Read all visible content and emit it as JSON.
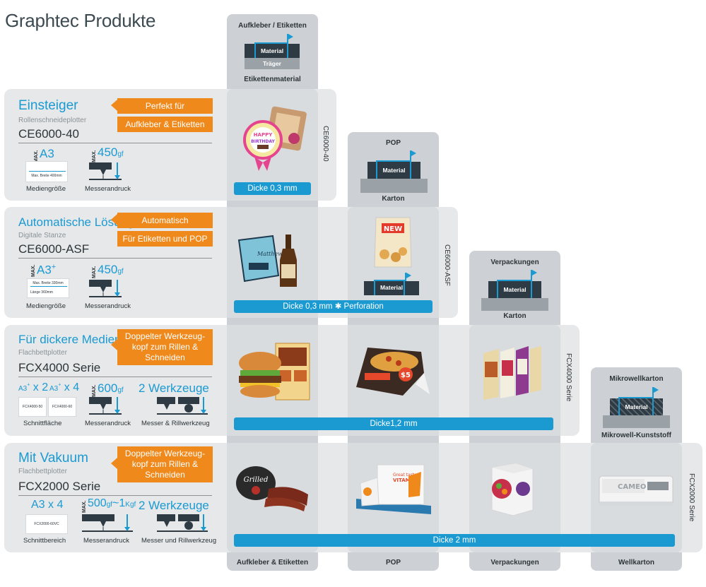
{
  "title": "Graphtec Produkte",
  "columns": {
    "labels": {
      "material_word": "Material",
      "traeger": "Träger",
      "karton": "Karton",
      "mikrowell_kunststoff": "Mikrowell-Kunststoff"
    },
    "col1": {
      "head": "Aufkleber / Etiketten",
      "head2": "Etikettenmaterial",
      "foot": "Aufkleber & Etiketten"
    },
    "col2": {
      "head": "POP",
      "foot": "POP"
    },
    "col3": {
      "head": "Verpackungen",
      "foot": "Verpackungen"
    },
    "col4": {
      "head": "Mikrowellkarton",
      "foot": "Wellkarton"
    }
  },
  "rows": [
    {
      "category": "Einsteiger",
      "subtitle": "Rollenschneideplotter",
      "model": "CE6000-40",
      "tag_lines": [
        "Perfekt für",
        "Aufkleber & Etiketten"
      ],
      "size": "A3",
      "size_max": "MAX.",
      "sheet_text": "Max. Breite 400mm",
      "force": "450",
      "force_unit": "gf",
      "force_max": "MAX.",
      "cap_size": "Mediengröße",
      "cap_force": "Messerandruck",
      "thickness": "Dicke 0,3 mm",
      "side": "CE6000-40"
    },
    {
      "category": "Automatische Lösung",
      "subtitle": "Digitale Stanze",
      "model": "CE6000-ASF",
      "tag_lines": [
        "Automatisch",
        "Für Etiketten und POP"
      ],
      "size": "A3",
      "size_plus": "+",
      "size_max": "MAX.",
      "sheet_text_1": "Max. Breite 330mm",
      "sheet_text_2": "Länge 360mm",
      "force": "450",
      "force_unit": "gf",
      "force_max": "MAX.",
      "cap_size": "Mediengröße",
      "cap_force": "Messerandruck",
      "thickness": "Dicke 0,3 mm ✱ Perforation",
      "side": "CE6000-ASF"
    },
    {
      "category": "Für dickere Medien",
      "subtitle": "Flachbettplotter",
      "model": "FCX4000 Serie",
      "tag_text": "Doppelter Werkzeug-kopf zum Rillen & Schneiden",
      "size_a": "A3",
      "size_a_sup": "+",
      "size_a_mult": "x 2",
      "size_b": "A3",
      "size_b_sup": "+",
      "size_b_mult": "x 4",
      "sheet_a": "FCX4000-50",
      "sheet_b": "FCX4000-60",
      "force": "600",
      "force_unit": "gf",
      "force_max": "MAX.",
      "tools": "2 Werkzeuge",
      "cap_size": "Schnittfläche",
      "cap_force": "Messerandruck",
      "cap_tools": "Messer & Rillwerkzeug",
      "thickness": "Dicke1,2 mm",
      "side": "FCX4000 Serie"
    },
    {
      "category": "Mit Vakuum",
      "subtitle": "Flachbettplotter",
      "model": "FCX2000 Serie",
      "tag_text": "Doppelter Werkzeug-kopf zum Rillen & Schneiden",
      "size": "A3 x 4",
      "sheet": "FCX2000-60VC",
      "force": "500",
      "force_unit": "gf",
      "force_sep": "~1",
      "force_unit2": "Kgf",
      "force_max": "MAX.",
      "tools": "2 Werkzeuge",
      "cap_size": "Schnittbereich",
      "cap_force": "Messerandruck",
      "cap_tools": "Messer und Rillwerkzeug",
      "thickness": "Dicke  2 mm",
      "side": "FCX2000 Serie"
    }
  ],
  "colors": {
    "blue": "#1b9ad2",
    "orange": "#f0891c",
    "row_bg": "#e6e8ea",
    "col_bg": "#cdd1d5",
    "dark": "#2f3b44"
  }
}
